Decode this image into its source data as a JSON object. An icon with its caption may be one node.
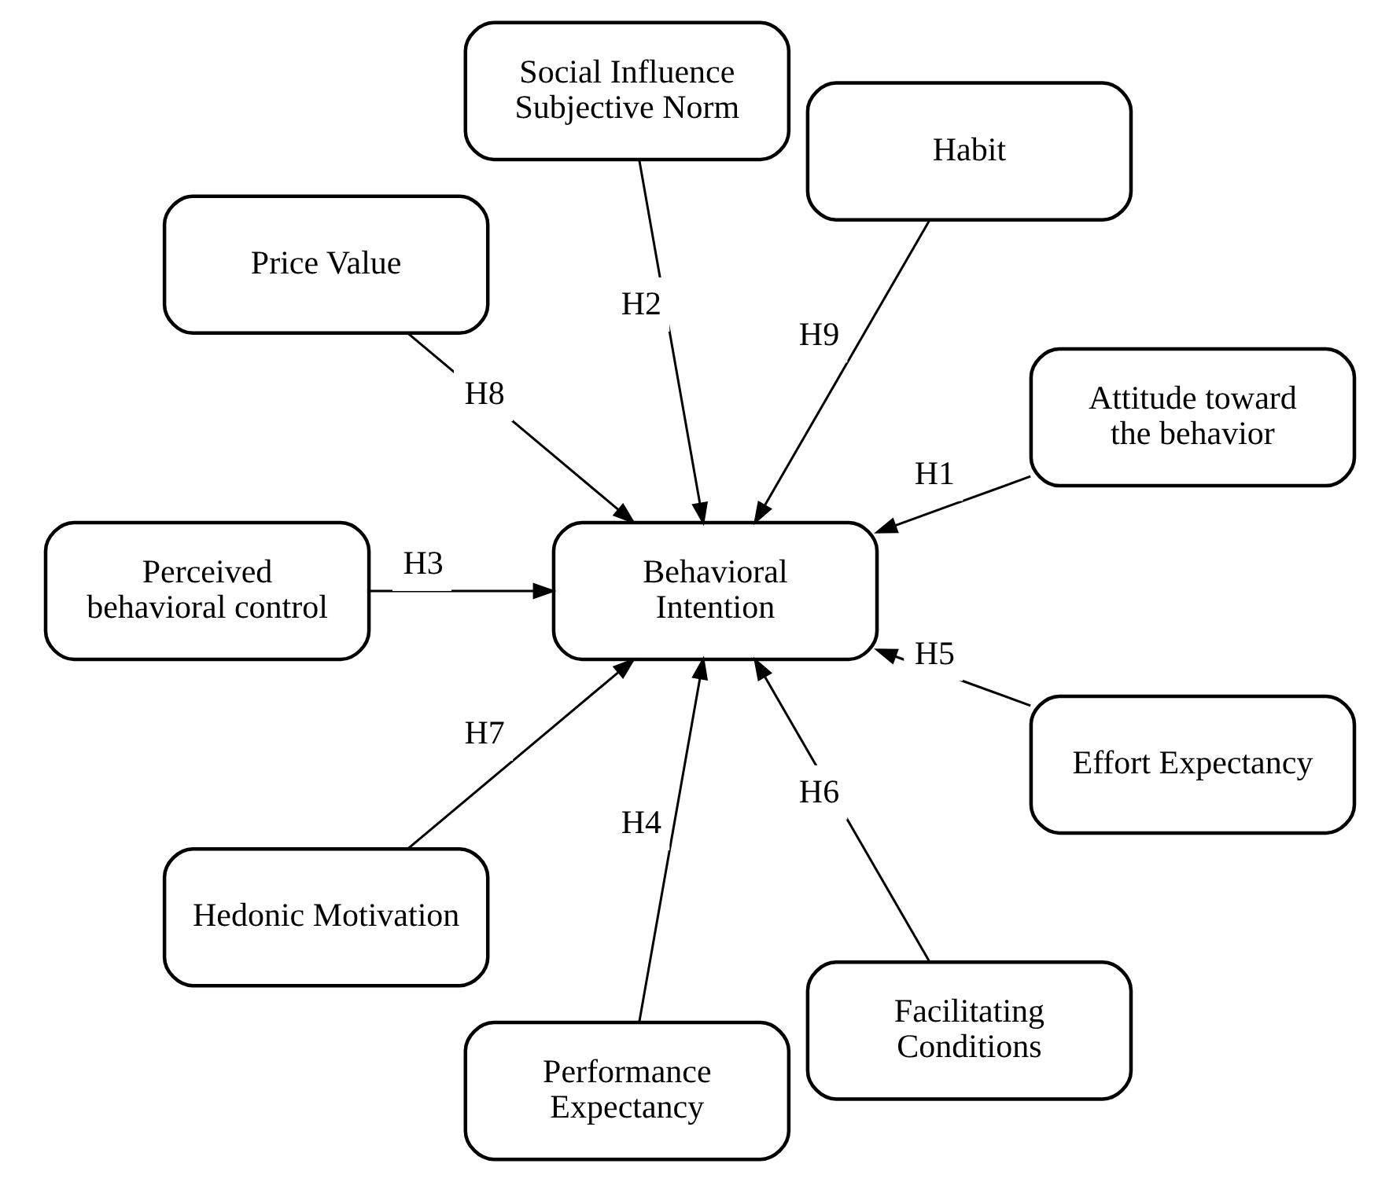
{
  "diagram": {
    "nodes": [
      {
        "text": [
          "Attitude toward the behavior"
        ]
      },
      {
        "text": [
          "Habit"
        ]
      },
      {
        "text": [
          "Social Influence Subjective Norm"
        ]
      },
      {
        "text": [
          "Price Value"
        ]
      },
      {
        "text": [
          "Behavioral Intention"
        ]
      },
      {
        "text": [
          "Perceived behavioral control"
        ]
      },
      {
        "text": [
          "Hedonic Motivation"
        ]
      },
      {
        "text": [
          "Performance Expectancy"
        ]
      },
      {
        "text": [
          "Facilitating Conditions"
        ]
      },
      {
        "text": [
          "Effort Expectancy"
        ]
      }
    ],
    "edges": [
      {
        "from": 0,
        "to": 4,
        "arrow": "to",
        "label": "H1"
      },
      {
        "from": 2,
        "to": 4,
        "arrow": "to",
        "label": "H2"
      },
      {
        "from": 5,
        "to": 4,
        "arrow": "to",
        "label": "H3"
      },
      {
        "from": 7,
        "to": 4,
        "arrow": "to",
        "label": "H4"
      },
      {
        "from": 9,
        "to": 4,
        "arrow": "to",
        "label": "H5"
      },
      {
        "from": 8,
        "to": 4,
        "arrow": "to",
        "label": "H6"
      },
      {
        "from": 6,
        "to": 4,
        "arrow": "to",
        "label": "H7"
      },
      {
        "from": 3,
        "to": 4,
        "arrow": "to",
        "label": "H8"
      },
      {
        "from": 1,
        "to": 4,
        "arrow": "to",
        "label": "H9"
      }
    ]
  }
}
